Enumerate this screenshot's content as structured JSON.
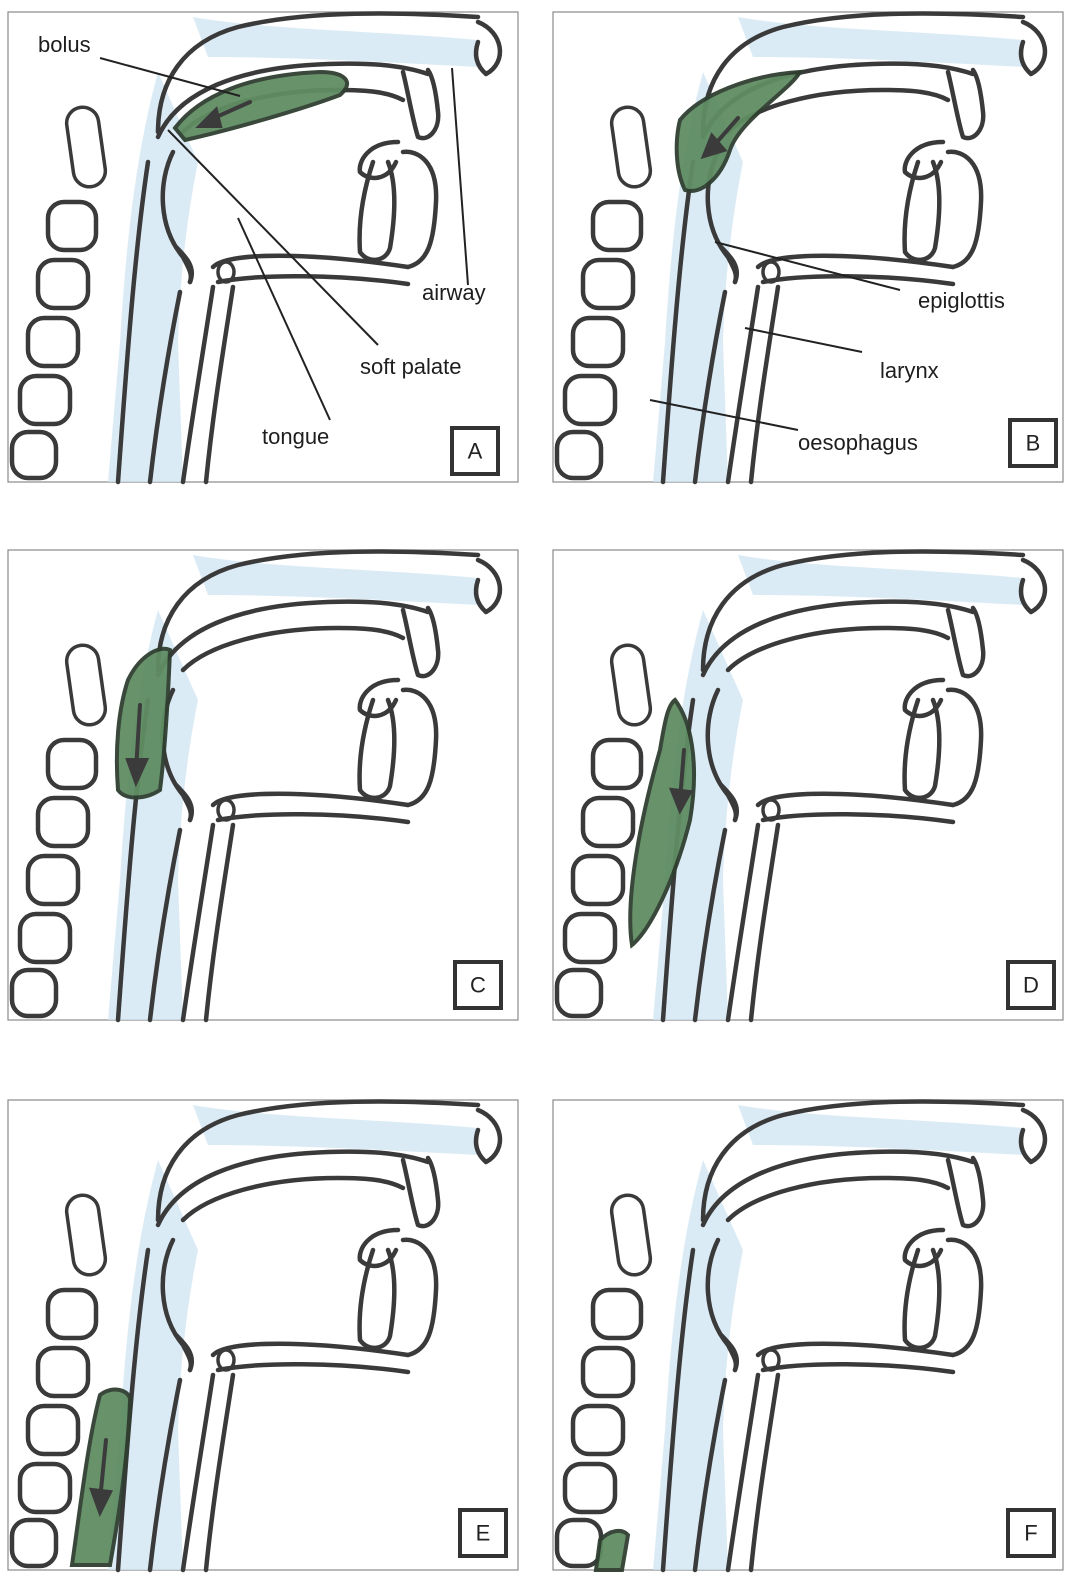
{
  "panels": [
    {
      "letter": "A",
      "bolus_stage": 0
    },
    {
      "letter": "B",
      "bolus_stage": 1
    },
    {
      "letter": "C",
      "bolus_stage": 2
    },
    {
      "letter": "D",
      "bolus_stage": 3
    },
    {
      "letter": "E",
      "bolus_stage": 4
    },
    {
      "letter": "F",
      "bolus_stage": 5
    }
  ],
  "labels": {
    "bolus": "bolus",
    "airway": "airway",
    "soft_palate": "soft palate",
    "tongue": "tongue",
    "epiglottis": "epiglottis",
    "larynx": "larynx",
    "oesophagus": "oesophagus"
  },
  "colors": {
    "bolus": "#5f8d63",
    "airway_tint": "#cfe4f3",
    "outline": "#3a3a3a"
  }
}
